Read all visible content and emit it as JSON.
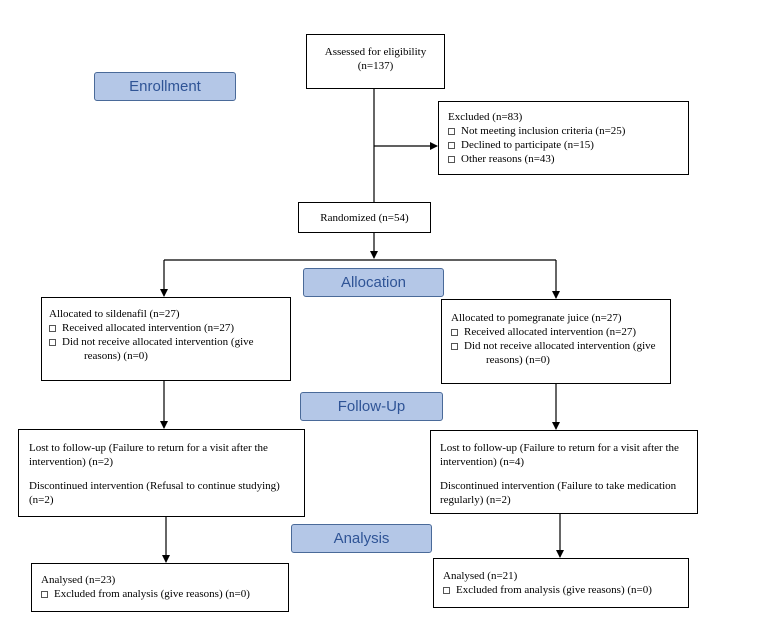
{
  "stages": {
    "enrollment": "Enrollment",
    "allocation": "Allocation",
    "followup": "Follow-Up",
    "analysis": "Analysis"
  },
  "assessed": {
    "line1": "Assessed for eligibility",
    "line2": "(n=137)"
  },
  "excluded": {
    "title": "Excluded (n=83)",
    "items": [
      "Not meeting inclusion criteria (n=25)",
      "Declined to participate (n=15)",
      "Other reasons (n=43)"
    ]
  },
  "randomized": "Randomized (n=54)",
  "left": {
    "allocated": {
      "title": "Allocated to sildenafil (n=27)",
      "received": "Received allocated intervention (n=27)",
      "not_received": "Did not receive allocated intervention (give",
      "not_received_cont": "reasons) (n=0)"
    },
    "followup": {
      "lost": "Lost to follow-up (Failure to return for a visit after the intervention) (n=2)",
      "discontinued": "Discontinued intervention (Refusal to continue studying) (n=2)"
    },
    "analysis": {
      "analysed": "Analysed (n=23)",
      "excluded": "Excluded from analysis (give reasons) (n=0)"
    }
  },
  "right": {
    "allocated": {
      "title": "Allocated to pomegranate juice (n=27)",
      "received": "Received allocated intervention (n=27)",
      "not_received": "Did not receive allocated intervention (give",
      "not_received_cont": "reasons) (n=0)"
    },
    "followup": {
      "lost": "Lost to follow-up (Failure to return for a visit after the intervention) (n=4)",
      "discontinued": "Discontinued intervention (Failure to take medication regularly) (n=2)"
    },
    "analysis": {
      "analysed": "Analysed (n=21)",
      "excluded": "Excluded from analysis (give reasons) (n=0)"
    }
  }
}
